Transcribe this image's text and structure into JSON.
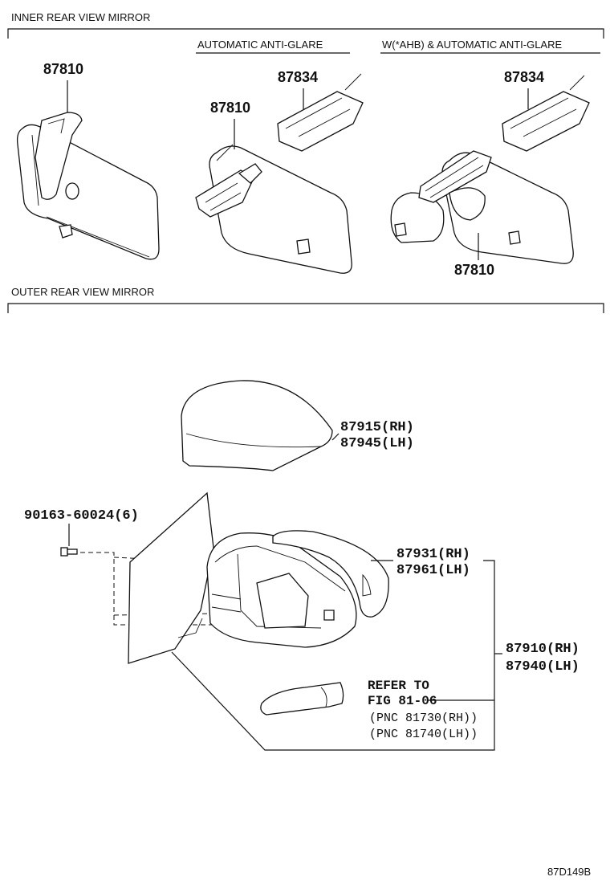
{
  "sections": {
    "inner": "INNER REAR VIEW MIRROR",
    "outer": "OUTER REAR VIEW MIRROR"
  },
  "subsections": {
    "auto": "AUTOMATIC ANTI-GLARE",
    "ahb": "W(*AHB) & AUTOMATIC ANTI-GLARE"
  },
  "parts": {
    "inner_mirror_1": "87810",
    "inner_mirror_2": "87810",
    "inner_mirror_3": "87810",
    "cover_1": "87834",
    "cover_2": "87834",
    "outer_cover_rh": "87915(RH)",
    "outer_cover_lh": "87945(LH)",
    "screw": "90163-60024(6)",
    "mirror_body_rh": "87931(RH)",
    "mirror_body_lh": "87961(LH)",
    "mirror_assy_rh": "87910(RH)",
    "mirror_assy_lh": "87940(LH)"
  },
  "refer": {
    "line1": "REFER TO",
    "line2": "FIG 81-06",
    "line3": "(PNC 81730(RH))",
    "line4": "(PNC 81740(LH))"
  },
  "diagram_code": "87D149B"
}
